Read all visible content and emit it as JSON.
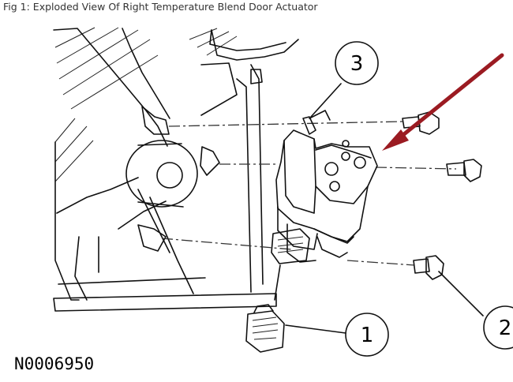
{
  "caption": "Fig 1: Exploded View Of Right Temperature Blend Door Actuator",
  "figure_id": "N0006950",
  "callouts": [
    {
      "number": "1"
    },
    {
      "number": "2"
    },
    {
      "number": "3"
    }
  ],
  "arrow_color": "#9b1b22"
}
